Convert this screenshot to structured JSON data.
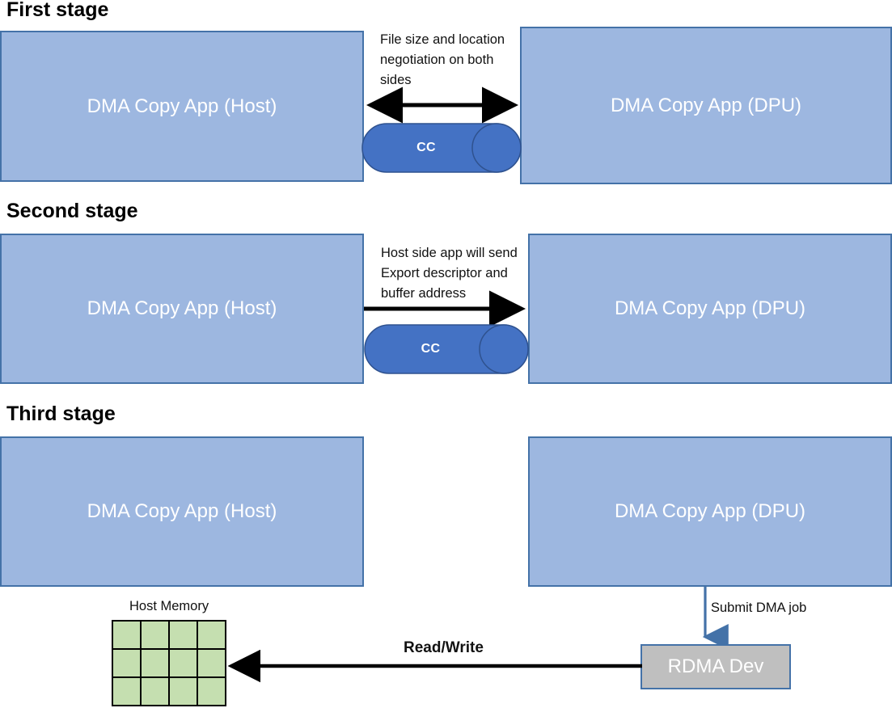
{
  "diagram": {
    "title_stage1": "First stage",
    "title_stage2": "Second stage",
    "title_stage3": "Third stage",
    "host_app_label": "DMA Copy App (Host)",
    "dpu_app_label": "DMA Copy App (DPU)",
    "cc_label": "CC",
    "note_stage1": "File size and location negotiation on both sides",
    "note_stage2": "Host side app will send Export descriptor and buffer address",
    "host_memory_caption": "Host Memory",
    "submit_job_label": "Submit DMA job",
    "read_write_label": "Read/Write",
    "rdma_dev_label": "RDMA Dev",
    "colors": {
      "app_box_fill": "#9DB7E0",
      "app_box_border": "#4472A8",
      "cc_fill": "#4472C4",
      "cc_border": "#2F528F",
      "memory_cell_fill": "#C5DFB0",
      "memory_cell_border": "#000000",
      "rdma_fill": "#BFBFBF",
      "rdma_border": "#4472A8",
      "arrow_black": "#000000",
      "arrow_blue": "#4472A8",
      "text_on_fill": "#FFFFFF",
      "text_body": "#111111"
    },
    "memory_grid": {
      "columns": 4,
      "rows": 3,
      "cells": [
        "",
        "",
        "",
        "",
        "",
        "",
        "",
        "",
        "",
        "",
        "",
        ""
      ]
    }
  }
}
